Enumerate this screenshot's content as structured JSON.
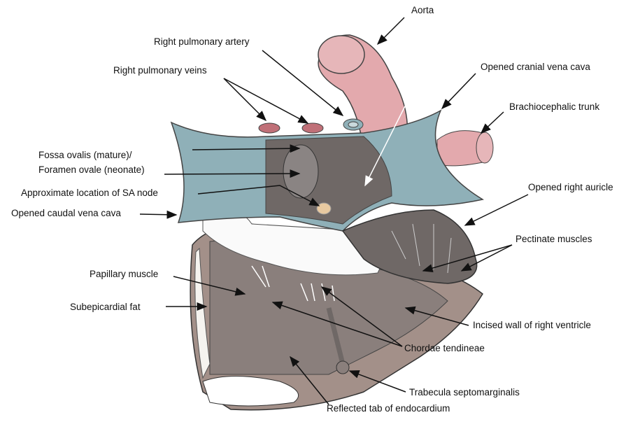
{
  "labels": {
    "aorta": "Aorta",
    "right_pulmonary_artery": "Right pulmonary artery",
    "right_pulmonary_veins": "Right pulmonary veins",
    "opened_cranial_vena_cava": "Opened cranial vena cava",
    "brachiocephalic_trunk": "Brachiocephalic trunk",
    "fossa_ovalis": "Fossa ovalis (mature)/",
    "foramen_ovale": "Foramen ovale (neonate)",
    "sa_node": "Approximate location of SA node",
    "opened_caudal_vena_cava": "Opened caudal vena cava",
    "opened_right_auricle": "Opened right auricle",
    "pectinate_muscles": "Pectinate muscles",
    "papillary_muscle": "Papillary muscle",
    "subepicardial_fat": "Subepicardial fat",
    "incised_wall": "Incised wall of right ventricle",
    "chordae_tendineae": "Chordae tendineae",
    "trabecula_septomarginalis": "Trabecula septomarginalis",
    "reflected_tab": "Reflected tab of endocardium"
  },
  "colors": {
    "vessel_blue": "#8fb0b8",
    "aorta_pink": "#e3a9ad",
    "muscle_gray": "#8a7f7c",
    "wall_brown": "#a39089",
    "atrium_dark": "#6f6866"
  }
}
